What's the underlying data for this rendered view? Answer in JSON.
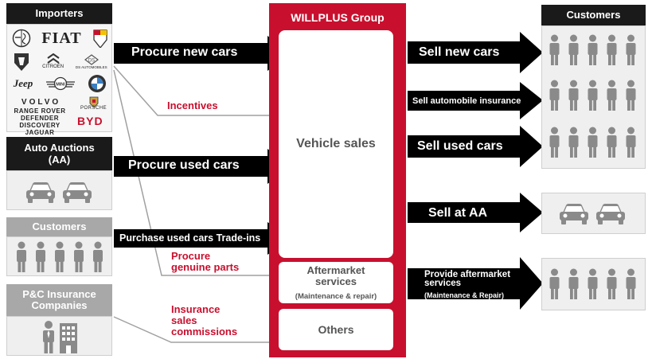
{
  "left": {
    "importers": {
      "title": "Importers",
      "logos": [
        "alfa-romeo",
        "fiat",
        "abarth",
        "peugeot",
        "citroen",
        "ds-automobiles",
        "jeep",
        "mini",
        "bmw",
        "volvo",
        "porsche",
        "byd",
        "land-rover"
      ],
      "logo_text": {
        "fiat": "FIAT",
        "citroen": "CITROËN",
        "ds": "DS AUTOMOBILES",
        "jeep": "Jeep",
        "mini": "MINI",
        "volvo": "VOLVO",
        "porsche": "PORSCHE",
        "byd": "BYD",
        "range_rover": "RANGE ROVER",
        "defender": "DEFENDER",
        "discovery": "DISCOVERY",
        "jaguar": "JAGUAR"
      }
    },
    "auctions": {
      "title": "Auto Auctions\n(AA)",
      "icon": "car-icon"
    },
    "customers": {
      "title": "Customers",
      "icon": "person-icon"
    },
    "insurance": {
      "title": "P&C Insurance\nCompanies",
      "icon": "business-person-icon"
    }
  },
  "center": {
    "title": "WILLPLUS Group",
    "vehicle_sales": "Vehicle sales",
    "aftermarket_title": "Aftermarket\nservices",
    "aftermarket_sub": "(Maintenance & repair)",
    "others": "Others"
  },
  "inflows": {
    "procure_new": "Procure new cars",
    "incentives": "Incentives",
    "procure_used": "Procure used cars",
    "purchase_tradeins": "Purchase used cars Trade-ins",
    "procure_parts": "Procure\ngenuine parts",
    "insurance_commissions": "Insurance\nsales\ncommissions"
  },
  "outflows": {
    "sell_new": "Sell new cars",
    "sell_insurance": "Sell automobile insurance",
    "sell_used": "Sell used cars",
    "sell_aa": "Sell at AA",
    "provide_aftermarket": "Provide aftermarket\nservices",
    "provide_aftermarket_sub": "(Maintenance & Repair)"
  },
  "right": {
    "customers_title": "Customers"
  },
  "colors": {
    "red": "#c8102e",
    "dark": "#1a1a1a",
    "grey": "#a8a8a8",
    "icon_grey": "#8a8a8a"
  }
}
